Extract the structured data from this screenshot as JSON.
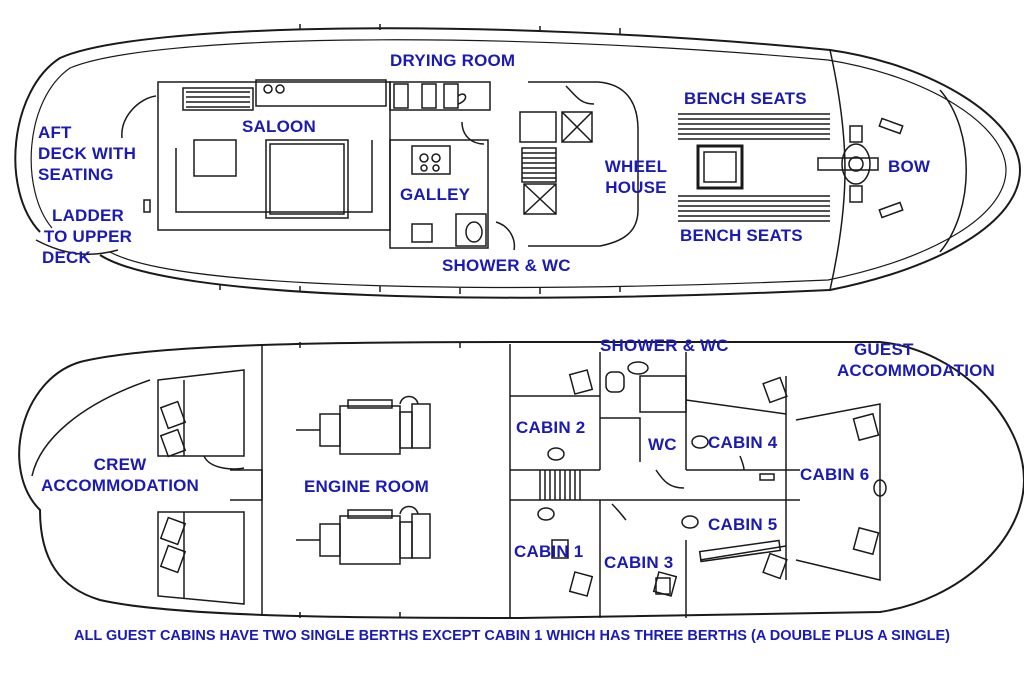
{
  "upper_deck": {
    "aft_deck": [
      "AFT",
      "DECK WITH",
      "SEATING"
    ],
    "ladder": [
      "LADDER",
      "TO UPPER",
      "DECK"
    ],
    "saloon": "SALOON",
    "drying_room": "DRYING ROOM",
    "galley": "GALLEY",
    "shower_wc": "SHOWER & WC",
    "wheel_house": [
      "WHEEL",
      "HOUSE"
    ],
    "bench_seats_top": "BENCH SEATS",
    "bench_seats_bottom": "BENCH SEATS",
    "bow": "BOW"
  },
  "lower_deck": {
    "crew_accommodation": [
      "CREW",
      "ACCOMMODATION"
    ],
    "engine_room": "ENGINE ROOM",
    "shower_wc": "SHOWER & WC",
    "guest_accommodation": [
      "GUEST",
      "ACCOMMODATION"
    ],
    "cabin_1": "CABIN 1",
    "cabin_2": "CABIN 2",
    "cabin_3": "CABIN 3",
    "cabin_4": "CABIN 4",
    "cabin_5": "CABIN 5",
    "cabin_6": "CABIN 6",
    "wc": "WC"
  },
  "footnote": "ALL GUEST CABINS HAVE TWO SINGLE BERTHS EXCEPT CABIN 1 WHICH HAS THREE BERTHS (A DOUBLE PLUS A SINGLE)",
  "colors": {
    "label": "#1a1ab4",
    "lines": "#1a1a1a",
    "background": "#ffffff"
  }
}
